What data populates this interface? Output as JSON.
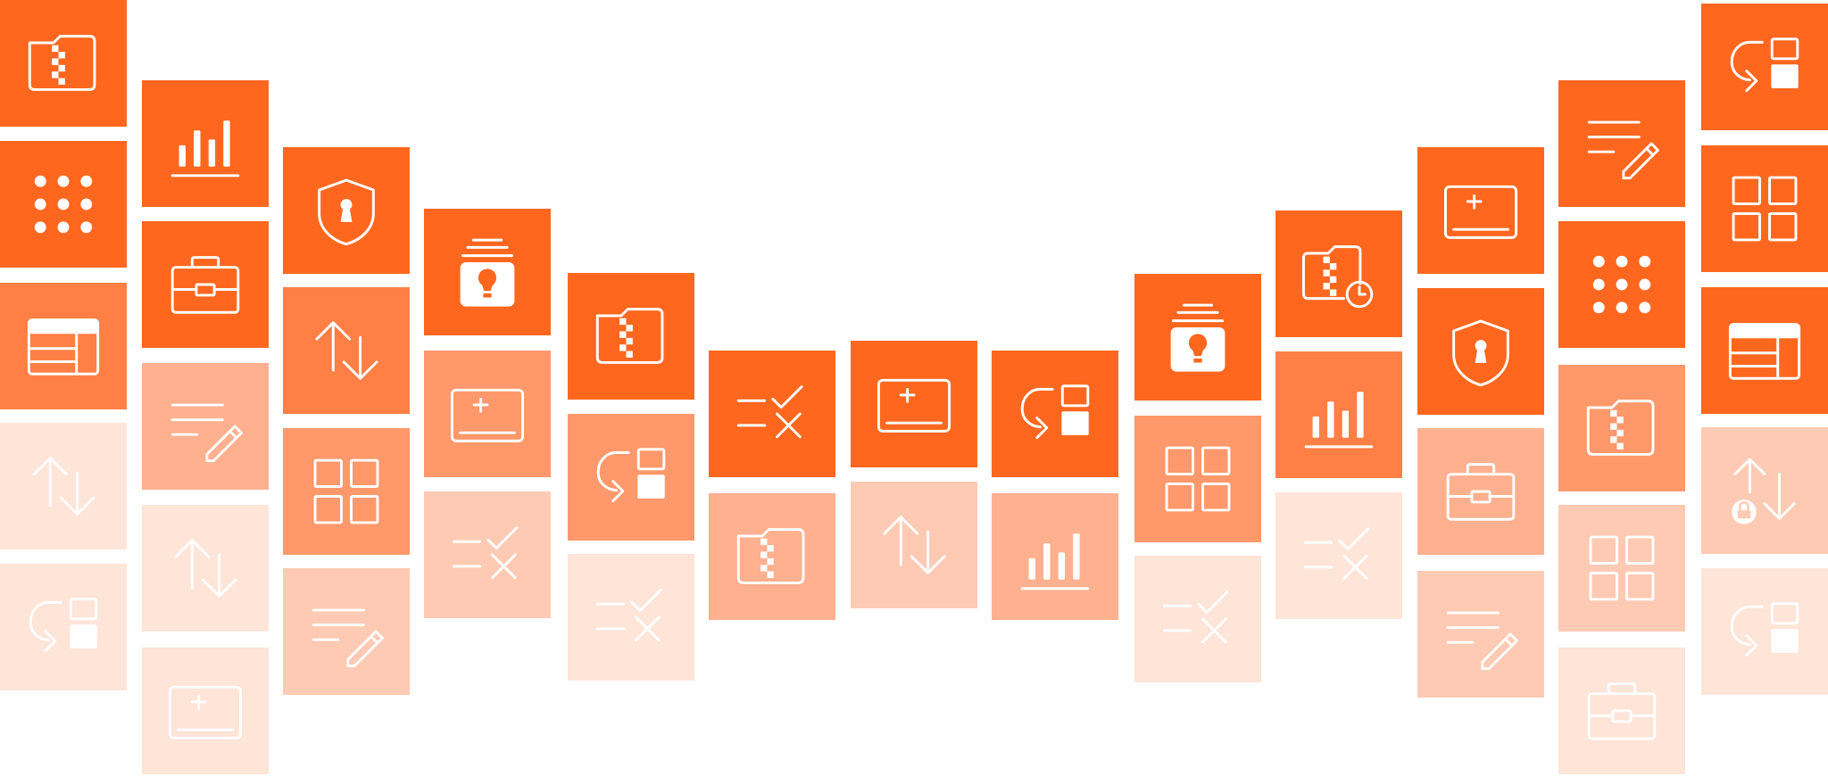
{
  "palette": {
    "level_0": "#ff671f",
    "level_1": "#ff7f45",
    "level_2": "#ff986b",
    "level_3": "#ffb08f",
    "level_4": "#ffcab3",
    "level_5": "#ffe4d8"
  },
  "columns": [
    [
      {
        "icon": "zip-folder-icon",
        "shade": 0
      },
      {
        "icon": "dot-grid-icon",
        "shade": 0
      },
      {
        "icon": "table-layout-icon",
        "shade": 1
      },
      {
        "icon": "sort-arrows-icon",
        "shade": 5
      },
      {
        "icon": "undo-block-icon",
        "shade": 5
      }
    ],
    [
      {
        "icon": "bar-chart-icon",
        "shade": 0
      },
      {
        "icon": "briefcase-icon",
        "shade": 0
      },
      {
        "icon": "notes-pencil-icon",
        "shade": 3
      },
      {
        "icon": "sort-arrows-icon",
        "shade": 5
      },
      {
        "icon": "tablet-plus-icon",
        "shade": 5
      }
    ],
    [
      {
        "icon": "security-shield-icon",
        "shade": 0
      },
      {
        "icon": "sort-arrows-icon",
        "shade": 1
      },
      {
        "icon": "grid-squares-icon",
        "shade": 2
      },
      {
        "icon": "notes-pencil-icon",
        "shade": 4
      }
    ],
    [
      {
        "icon": "lightbulb-jar-icon",
        "shade": 0
      },
      {
        "icon": "tablet-plus-icon",
        "shade": 2
      },
      {
        "icon": "check-x-list-icon",
        "shade": 4
      }
    ],
    [
      {
        "icon": "zip-folder-icon",
        "shade": 0
      },
      {
        "icon": "undo-block-icon",
        "shade": 2
      },
      {
        "icon": "check-x-list-icon",
        "shade": 5
      }
    ],
    [
      {
        "icon": "check-x-list-icon",
        "shade": 0
      },
      {
        "icon": "zip-folder-icon",
        "shade": 3
      }
    ],
    [
      {
        "icon": "tablet-plus-icon",
        "shade": 0
      },
      {
        "icon": "sort-arrows-icon",
        "shade": 4
      }
    ],
    [
      {
        "icon": "undo-block-icon",
        "shade": 0
      },
      {
        "icon": "bar-chart-icon",
        "shade": 3
      }
    ],
    [
      {
        "icon": "lightbulb-jar-icon",
        "shade": 0
      },
      {
        "icon": "grid-squares-icon",
        "shade": 2
      },
      {
        "icon": "check-x-list-icon",
        "shade": 5
      }
    ],
    [
      {
        "icon": "zip-folder-clock-icon",
        "shade": 0
      },
      {
        "icon": "bar-chart-icon",
        "shade": 1
      },
      {
        "icon": "check-x-list-icon",
        "shade": 5
      }
    ],
    [
      {
        "icon": "tablet-plus-icon",
        "shade": 0
      },
      {
        "icon": "security-shield-icon",
        "shade": 0
      },
      {
        "icon": "briefcase-icon",
        "shade": 3
      },
      {
        "icon": "notes-pencil-icon",
        "shade": 4
      }
    ],
    [
      {
        "icon": "notes-pencil-icon",
        "shade": 0
      },
      {
        "icon": "dot-grid-icon",
        "shade": 0
      },
      {
        "icon": "zip-folder-icon",
        "shade": 2
      },
      {
        "icon": "grid-squares-icon",
        "shade": 4
      },
      {
        "icon": "briefcase-icon",
        "shade": 5
      }
    ],
    [
      {
        "icon": "undo-block-icon",
        "shade": 0
      },
      {
        "icon": "grid-squares-icon",
        "shade": 0
      },
      {
        "icon": "table-layout-icon",
        "shade": 0
      },
      {
        "icon": "sort-arrows-lock-icon",
        "shade": 4
      },
      {
        "icon": "undo-block-icon",
        "shade": 5
      }
    ]
  ]
}
